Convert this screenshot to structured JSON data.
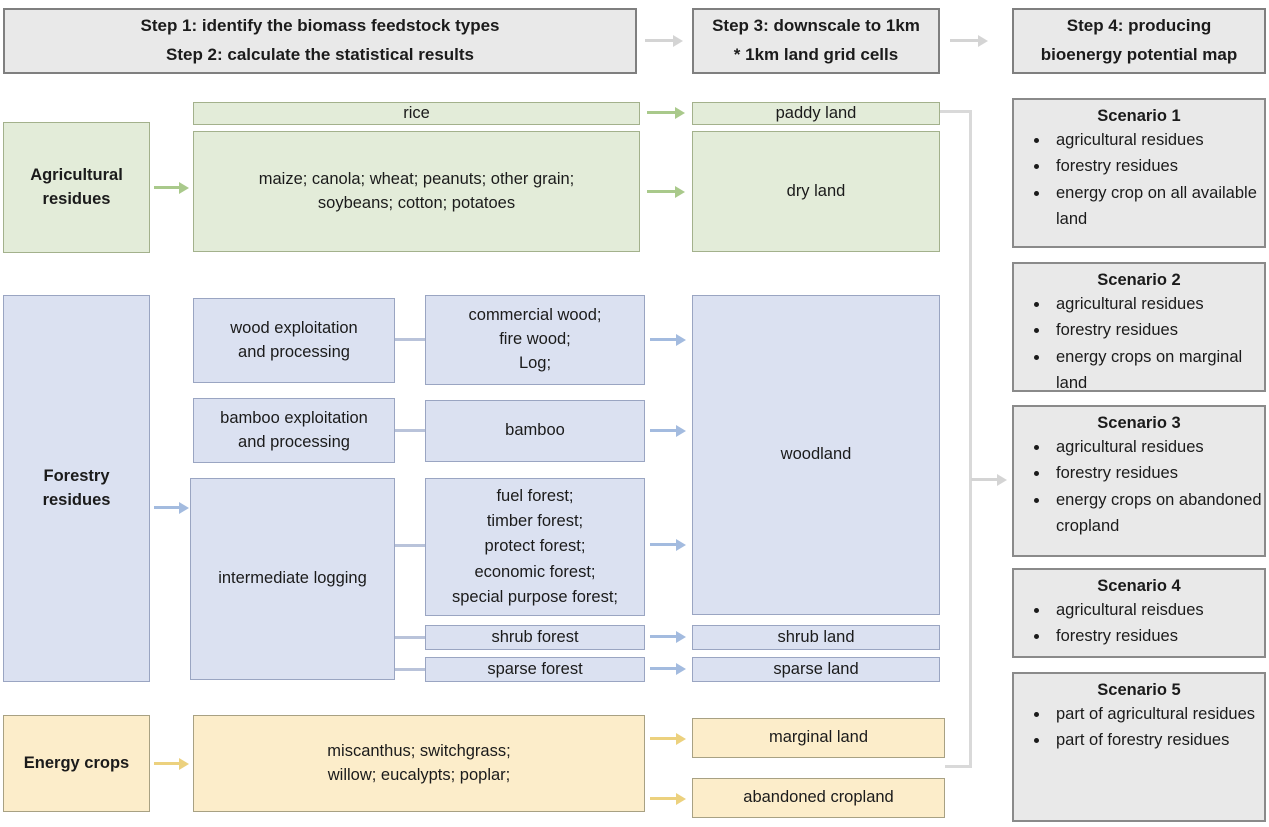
{
  "colors": {
    "green_fill": "#e3ecd9",
    "green_border": "#a3b18c",
    "green_arrow": "#a9c98b",
    "blue_fill": "#dbe1f1",
    "blue_border": "#9aa5c2",
    "blue_arrow": "#a3bbdf",
    "yellow_fill": "#fcedca",
    "yellow_border": "#a8a183",
    "yellow_arrow": "#ecd17e",
    "gray_fill": "#e9e9e9",
    "gray_border": "#7f7f7f",
    "gray_arrow": "#d4d4d4",
    "scen_border": "#8a8a8a",
    "line_blue": "#b9c3da",
    "line_gray": "#d9d9d9"
  },
  "steps": {
    "step12": "Step 1: identify the biomass feedstock types\nStep 2: calculate the statistical results",
    "step3": "Step 3: downscale to 1km\n* 1km land grid cells",
    "step4": "Step 4: producing\nbioenergy potential map"
  },
  "agricultural": {
    "label": "Agricultural\nresidues",
    "rice": "rice",
    "crops": "maize; canola; wheat; peanuts; other grain;\nsoybeans; cotton; potatoes",
    "paddy_land": "paddy land",
    "dry_land": "dry land"
  },
  "forestry": {
    "label": "Forestry\nresidues",
    "wood_exploitation": "wood exploitation\nand processing",
    "commercial_wood": "commercial wood;\nfire wood;\nLog;",
    "bamboo_exploitation": "bamboo exploitation\nand processing",
    "bamboo": "bamboo",
    "intermediate_logging": "intermediate logging",
    "forest_types": "fuel forest;\ntimber forest;\nprotect forest;\neconomic forest;\nspecial purpose forest;",
    "shrub_forest": "shrub forest",
    "sparse_forest": "sparse forest",
    "woodland": "woodland",
    "shrub_land": "shrub land",
    "sparse_land": "sparse land"
  },
  "energy": {
    "label": "Energy crops",
    "crops": "miscanthus; switchgrass;\nwillow; eucalypts; poplar;",
    "marginal_land": "marginal land",
    "abandoned_cropland": "abandoned cropland"
  },
  "scenarios": [
    {
      "title": "Scenario 1",
      "items": [
        "agricultural residues",
        "forestry residues",
        "energy crop on all available land"
      ]
    },
    {
      "title": "Scenario 2",
      "items": [
        "agricultural residues",
        "forestry residues",
        "energy crops on marginal land"
      ]
    },
    {
      "title": "Scenario 3",
      "items": [
        "agricultural residues",
        "forestry residues",
        "energy crops on abandoned cropland"
      ]
    },
    {
      "title": "Scenario 4",
      "items": [
        "agricultural reisdues",
        "forestry residues"
      ]
    },
    {
      "title": "Scenario 5",
      "items": [
        "part of agricultural residues",
        "part of forestry residues"
      ]
    }
  ]
}
